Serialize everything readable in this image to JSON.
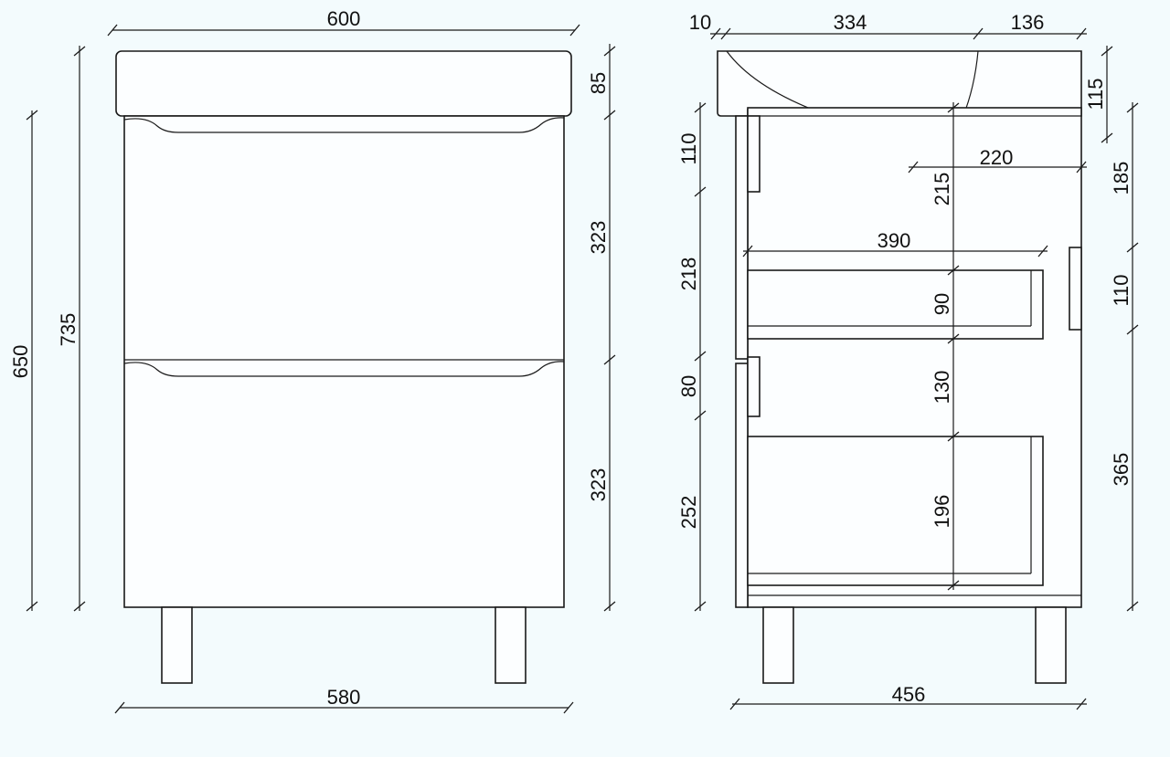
{
  "colors": {
    "background": "#f3fbfd",
    "line": "#1a1a1a",
    "text": "#111111"
  },
  "front_view": {
    "width_top": "600",
    "width_bottom": "580",
    "height_650": "650",
    "height_735": "735",
    "sink_height": "85",
    "drawer_upper": "323",
    "drawer_lower": "323"
  },
  "side_view": {
    "d10": "10",
    "d334": "334",
    "d136": "136",
    "d115": "115",
    "d220": "220",
    "d215": "215",
    "d110_left": "110",
    "d218": "218",
    "d80": "80",
    "d252": "252",
    "d390": "390",
    "d90": "90",
    "d130": "130",
    "d196": "196",
    "d185": "185",
    "d110_right": "110",
    "d365": "365",
    "d456": "456"
  }
}
